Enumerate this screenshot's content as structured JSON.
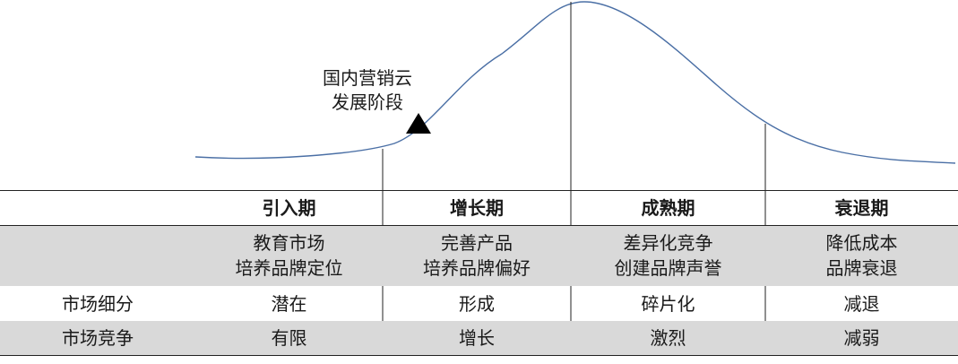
{
  "annotation": {
    "line1": "国内营销云",
    "line2": "发展阶段"
  },
  "stages": [
    "引入期",
    "增长期",
    "成熟期",
    "衰退期"
  ],
  "strategy_row": [
    {
      "line1": "教育市场",
      "line2": "培养品牌定位"
    },
    {
      "line1": "完善产品",
      "line2": "培养品牌偏好"
    },
    {
      "line1": "差异化竞争",
      "line2": "创建品牌声誉"
    },
    {
      "line1": "降低成本",
      "line2": "品牌衰退"
    }
  ],
  "rows": [
    {
      "label": "市场细分",
      "values": [
        "潜在",
        "形成",
        "碎片化",
        "减退"
      ]
    },
    {
      "label": "市场竞争",
      "values": [
        "有限",
        "增长",
        "激烈",
        "减弱"
      ]
    }
  ],
  "colors": {
    "curve": "#4a6fa5",
    "shade": "#d9d9d9",
    "line": "#222222",
    "marker": "#000000"
  }
}
